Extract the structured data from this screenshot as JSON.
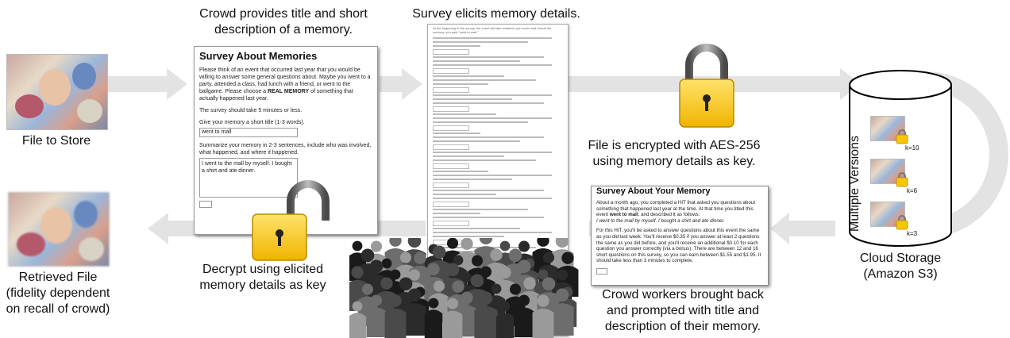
{
  "captions": {
    "file_to_store": "File to Store",
    "crowd_provides_1": "Crowd provides title and short",
    "crowd_provides_2": "description of a memory.",
    "survey_elicits": "Survey elicits memory details.",
    "encrypted_1": "File is encrypted with AES-256",
    "encrypted_2": "using memory details as key.",
    "multiple_versions": "Multiple Versions",
    "cloud_storage_1": "Cloud Storage",
    "cloud_storage_2": "(Amazon S3)",
    "retrieved_1": "Retrieved File",
    "retrieved_2": "(fidelity dependent",
    "retrieved_3": "on recall of crowd)",
    "decrypt_1": "Decrypt using elicited",
    "decrypt_2": "memory details as key",
    "workers_1": "Crowd workers brought back",
    "workers_2": "and prompted with title and",
    "workers_3": "description of their memory."
  },
  "survey1": {
    "title": "Survey About Memories",
    "intro_a": "Please think of an event that occurred last year that you would be willing to answer some general questions about. Maybe you went to a party, attended a class, had lunch with a friend, or went to the ballgame. Please choose a ",
    "intro_strong": "REAL MEMORY",
    "intro_b": " of something that actually happened last year.",
    "duration": "The survey should take 5 minutes or less.",
    "title_prompt": "Give your memory a short title (1-3 words).",
    "title_value": "went to mall",
    "summary_prompt": "Summarize your memory in 2-3 sentences, include who was involved, what happened, and where it happened.",
    "summary_value": "I went to the mall by myself. I bought a shirt and ate dinner."
  },
  "survey2": {
    "top_line": "At the beginning of the survey, the event will take whatever you wrote and format the memory, you said \"went to mall.\""
  },
  "survey3": {
    "title": "Survey About Your Memory",
    "p1_a": "About a month ago, you completed a HIT that asked you questions about something that happened last year at the time. At that time you titled this event ",
    "p1_strong": "went to mall",
    "p1_b": ", and described it as follows:",
    "p1_quote": "I went to the mall by myself. I bought a shirt and ate dinner.",
    "p2": "For this HIT, you'll be asked to answer questions about this event the same as you did last week. You'll receive $0.35 if you answer at least 2 questions the same as you did before, and you'll receive an additional $0.10 for each question you answer correctly (via a bonus). There are between 12 and 16 short questions on this survey, so you can earn between $1.55 and $1.95. It should take less than 3 minutes to complete."
  },
  "versions": [
    {
      "label": "k=10"
    },
    {
      "label": "k=6"
    },
    {
      "label": "k=3"
    }
  ],
  "colors": {
    "arrow": "#e2e2e2",
    "lock_body": "#f7c600",
    "lock_shackle": "#7a7a7a",
    "crowd": "#2b2b2b"
  }
}
